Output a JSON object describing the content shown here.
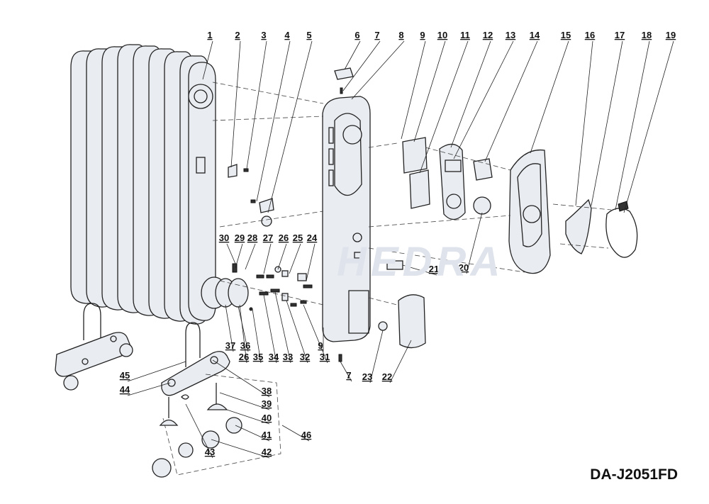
{
  "model_label": "DA-J2051FD",
  "watermark": "HEDRA",
  "callouts": [
    "1",
    "2",
    "3",
    "4",
    "5",
    "6",
    "7",
    "8",
    "9",
    "10",
    "11",
    "12",
    "13",
    "14",
    "15",
    "16",
    "17",
    "18",
    "19",
    "20",
    "21",
    "22",
    "23",
    "24",
    "25",
    "26",
    "27",
    "28",
    "29",
    "30",
    "31",
    "32",
    "33",
    "34",
    "35",
    "26",
    "37",
    "36",
    "7",
    "9",
    "38",
    "39",
    "40",
    "41",
    "42",
    "43",
    "44",
    "45",
    "46"
  ],
  "colors": {
    "line": "#222222",
    "fill": "#e9ecf1",
    "watermark": "#dfe4ec"
  }
}
